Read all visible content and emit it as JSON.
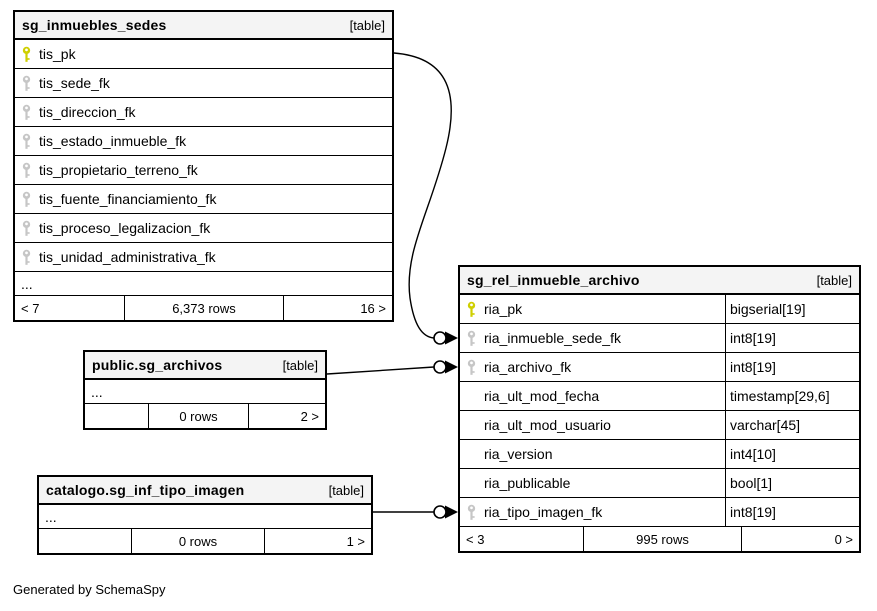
{
  "diagram": {
    "generated_note": "Generated by SchemaSpy",
    "colors": {
      "header_bg": "#f4f4f4",
      "primary_key": "#cfcf00",
      "foreign_key": "#c6c6c6",
      "border": "#000000",
      "background": "#ffffff"
    }
  },
  "tables": {
    "t1": {
      "title": "sg_inmuebles_sedes",
      "badge": "[table]",
      "columns": [
        {
          "name": "tis_pk",
          "icon": "primary-key-icon"
        },
        {
          "name": "tis_sede_fk",
          "icon": "foreign-key-icon"
        },
        {
          "name": "tis_direccion_fk",
          "icon": "foreign-key-icon"
        },
        {
          "name": "tis_estado_inmueble_fk",
          "icon": "foreign-key-icon"
        },
        {
          "name": "tis_propietario_terreno_fk",
          "icon": "foreign-key-icon"
        },
        {
          "name": "tis_fuente_financiamiento_fk",
          "icon": "foreign-key-icon"
        },
        {
          "name": "tis_proceso_legalizacion_fk",
          "icon": "foreign-key-icon"
        },
        {
          "name": "tis_unidad_administrativa_fk",
          "icon": "foreign-key-icon"
        }
      ],
      "ellipsis": "...",
      "footer": {
        "left": "< 7",
        "center": "6,373 rows",
        "right": "16 >"
      }
    },
    "t2": {
      "title": "public.sg_archivos",
      "badge": "[table]",
      "ellipsis": "...",
      "footer": {
        "left": "",
        "center": "0 rows",
        "right": "2 >"
      }
    },
    "t3": {
      "title": "catalogo.sg_inf_tipo_imagen",
      "badge": "[table]",
      "ellipsis": "...",
      "footer": {
        "left": "",
        "center": "0 rows",
        "right": "1 >"
      }
    },
    "t4": {
      "title": "sg_rel_inmueble_archivo",
      "badge": "[table]",
      "columns": [
        {
          "name": "ria_pk",
          "type": "bigserial[19]",
          "icon": "primary-key-icon"
        },
        {
          "name": "ria_inmueble_sede_fk",
          "type": "int8[19]",
          "icon": "foreign-key-icon"
        },
        {
          "name": "ria_archivo_fk",
          "type": "int8[19]",
          "icon": "foreign-key-icon"
        },
        {
          "name": "ria_ult_mod_fecha",
          "type": "timestamp[29,6]",
          "icon": ""
        },
        {
          "name": "ria_ult_mod_usuario",
          "type": "varchar[45]",
          "icon": ""
        },
        {
          "name": "ria_version",
          "type": "int4[10]",
          "icon": ""
        },
        {
          "name": "ria_publicable",
          "type": "bool[1]",
          "icon": ""
        },
        {
          "name": "ria_tipo_imagen_fk",
          "type": "int8[19]",
          "icon": "foreign-key-icon"
        }
      ],
      "footer": {
        "left": "< 3",
        "center": "995 rows",
        "right": "0 >"
      }
    }
  },
  "relationships": [
    {
      "from": "sg_inmuebles_sedes.tis_pk",
      "to": "sg_rel_inmueble_archivo.ria_inmueble_sede_fk"
    },
    {
      "from": "public.sg_archivos",
      "to": "sg_rel_inmueble_archivo.ria_archivo_fk"
    },
    {
      "from": "catalogo.sg_inf_tipo_imagen",
      "to": "sg_rel_inmueble_archivo.ria_tipo_imagen_fk"
    }
  ]
}
